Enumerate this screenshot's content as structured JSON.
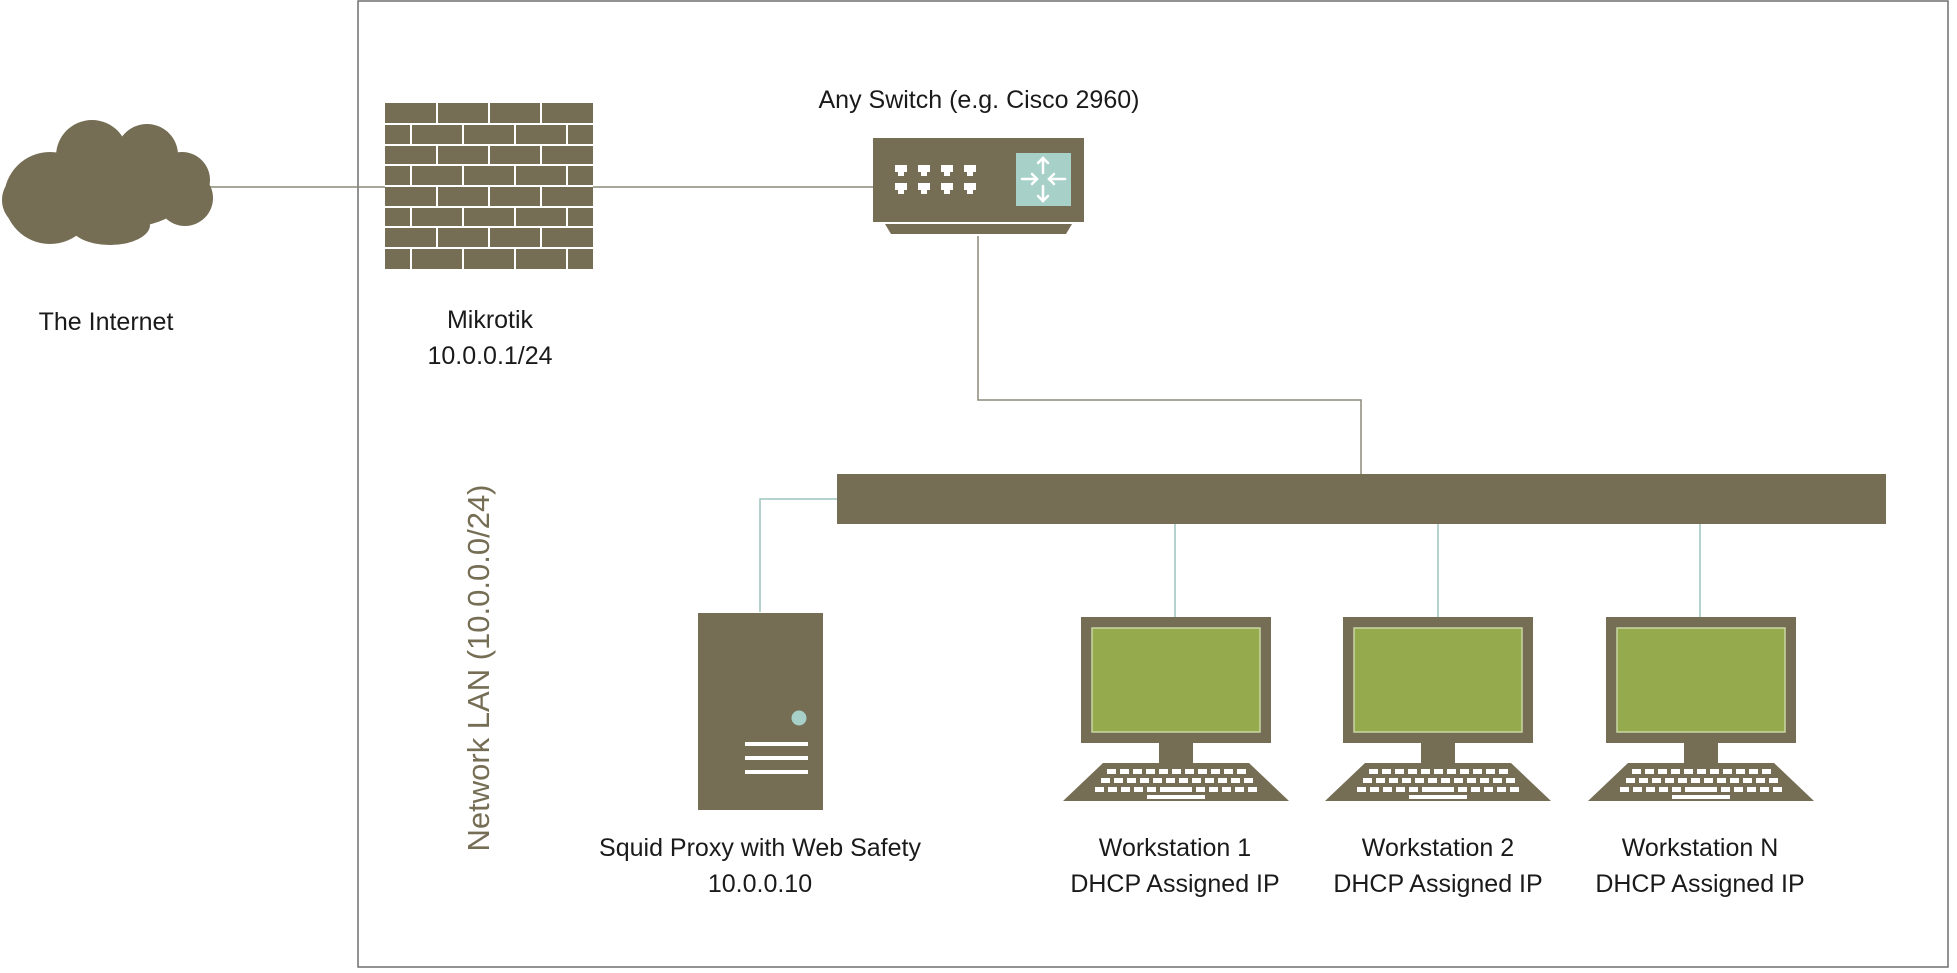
{
  "colors": {
    "device": "#756e55",
    "screen": "#94aa4d",
    "accent": "#a7d0c8",
    "line_upper": "#8c8a78",
    "line_lower": "#9cc4bd",
    "border": "#6f6f6f",
    "lan_label": "#756e55"
  },
  "internet": {
    "label": "The Internet",
    "icon": "cloud-icon"
  },
  "firewall": {
    "name": "Mikrotik",
    "ip": "10.0.0.1/24",
    "icon": "firewall-brick-wall-icon"
  },
  "switch": {
    "label": "Any Switch (e.g. Cisco 2960)",
    "icon": "network-switch-icon"
  },
  "lan": {
    "label": "Network LAN (10.0.0.0/24)"
  },
  "proxy": {
    "name": "Squid Proxy with Web Safety",
    "ip": "10.0.0.10",
    "icon": "server-tower-icon"
  },
  "workstations": [
    {
      "name": "Workstation 1",
      "ip": "DHCP Assigned IP",
      "icon": "desktop-computer-icon"
    },
    {
      "name": "Workstation 2",
      "ip": "DHCP Assigned IP",
      "icon": "desktop-computer-icon"
    },
    {
      "name": "Workstation N",
      "ip": "DHCP Assigned IP",
      "icon": "desktop-computer-icon"
    }
  ]
}
